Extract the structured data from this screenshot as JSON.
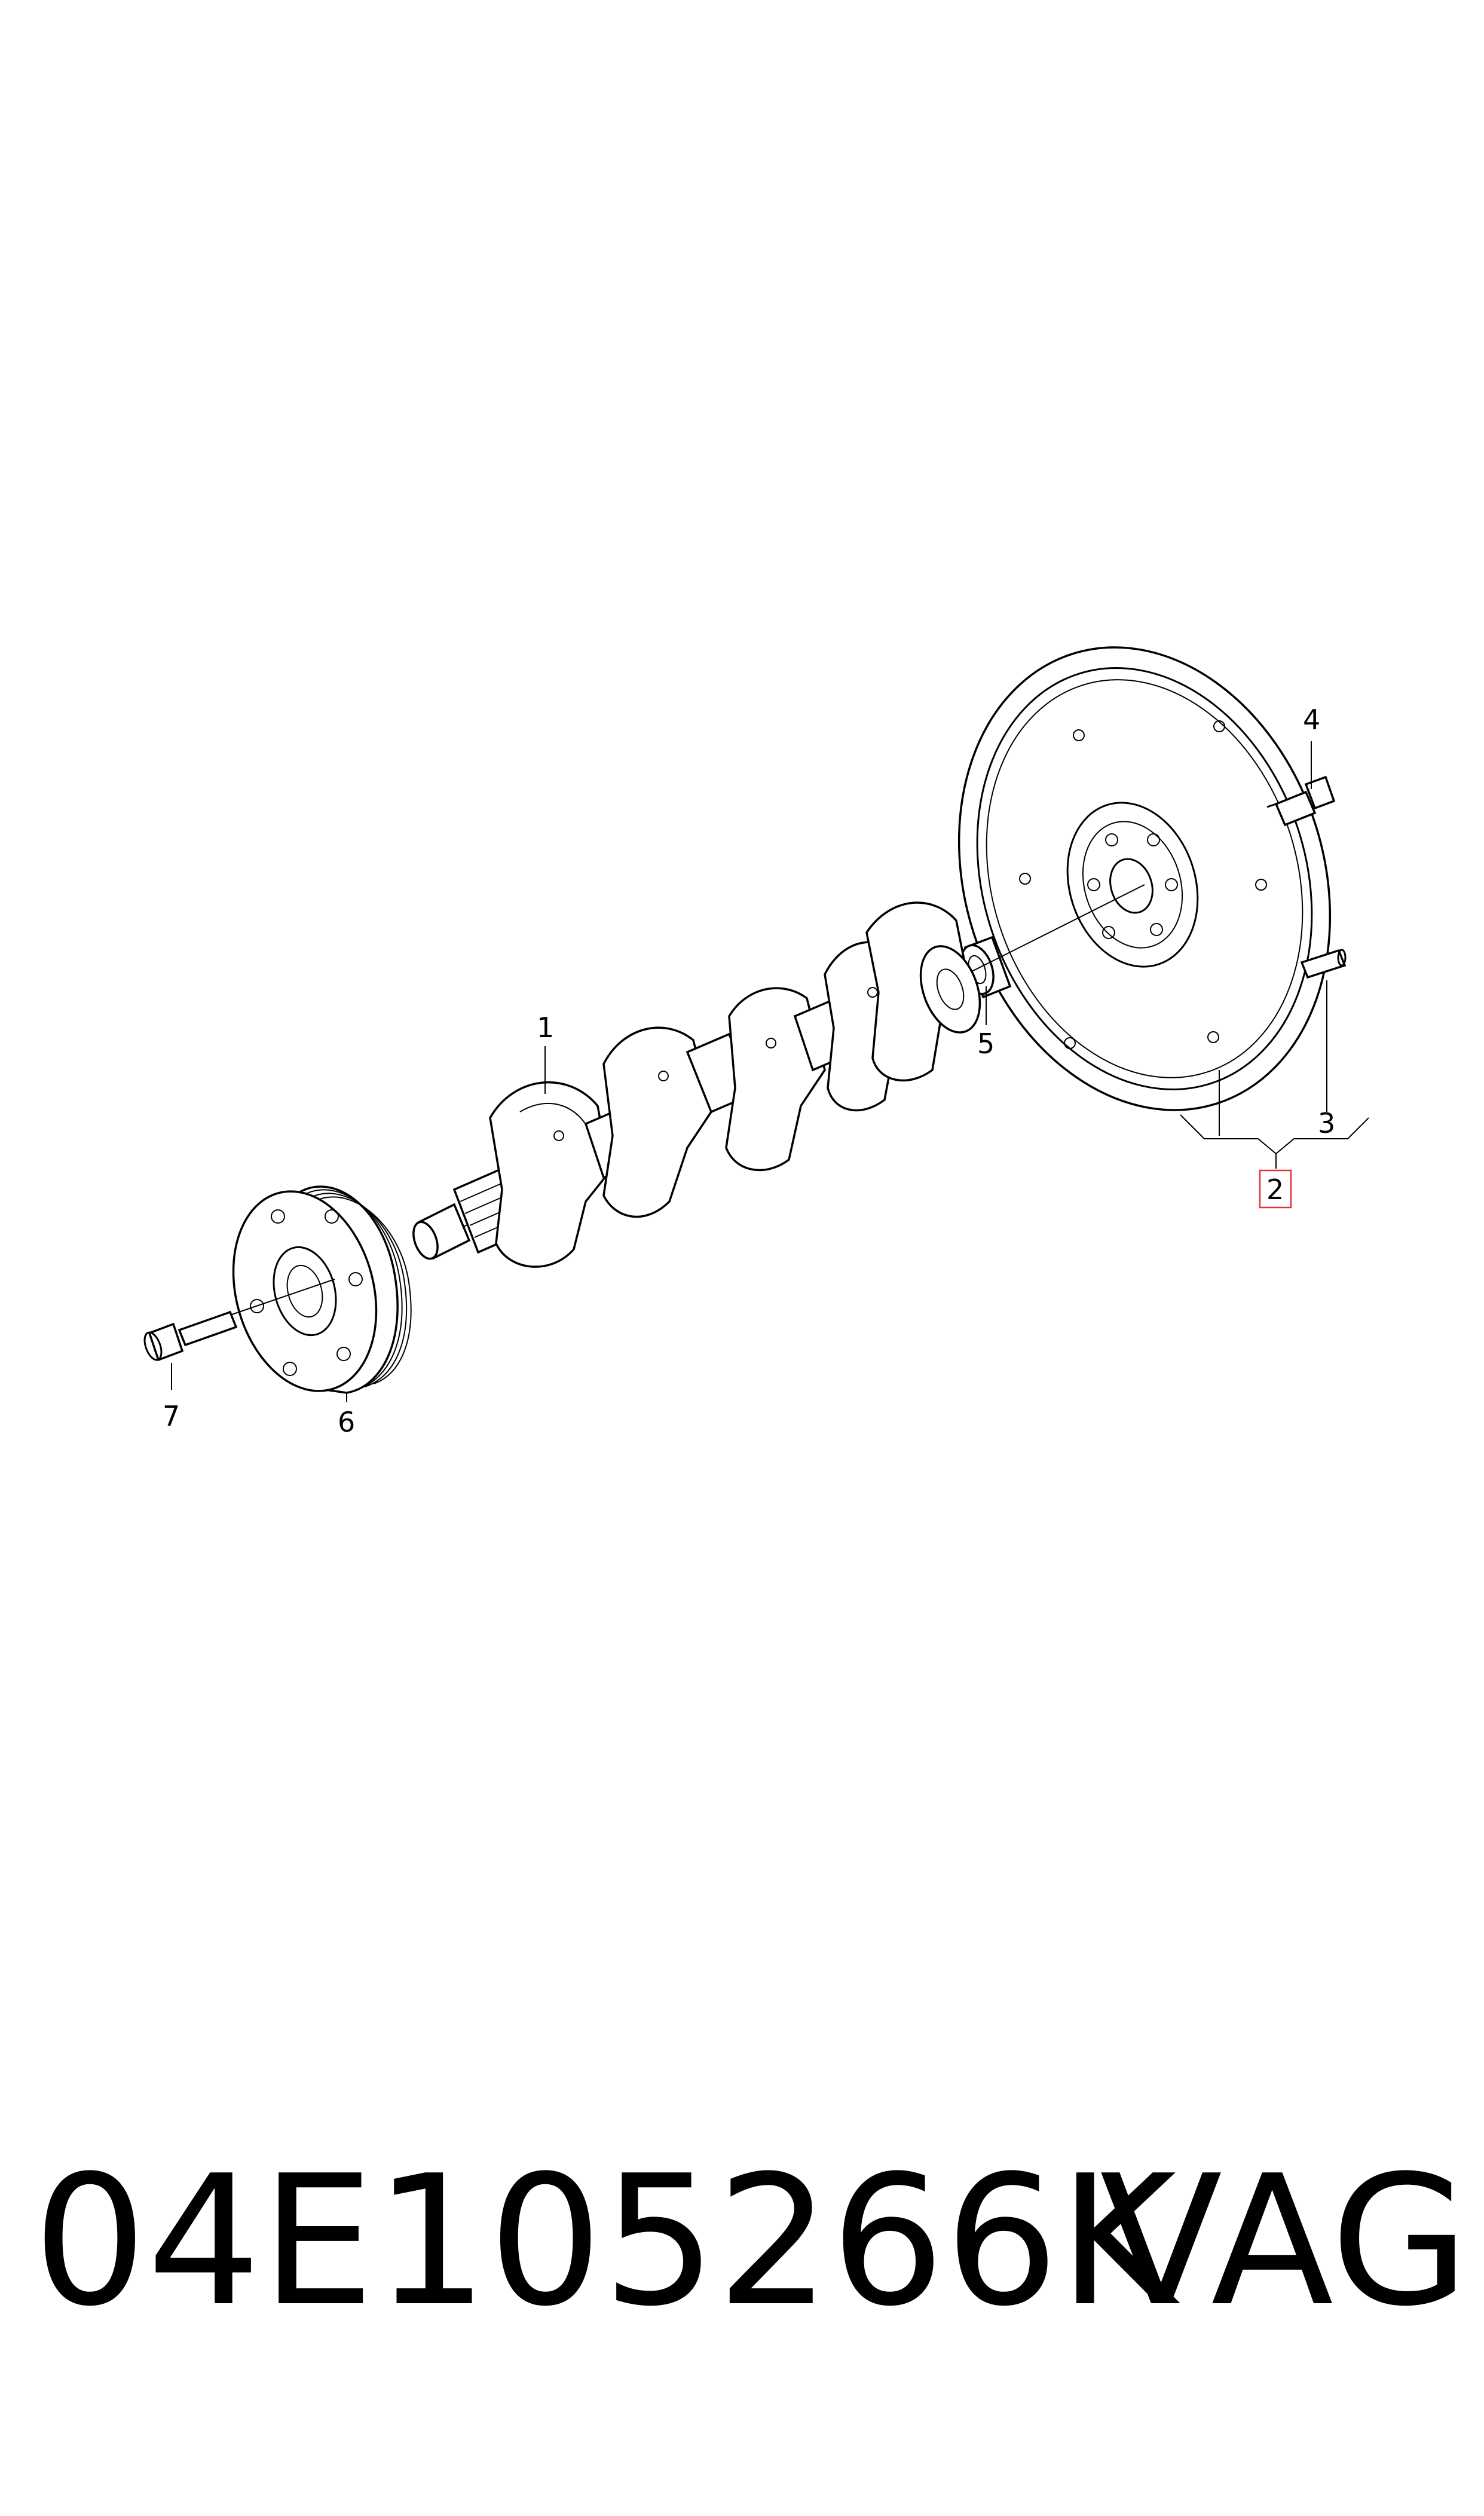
{
  "diagram": {
    "callouts": {
      "crankshaft": "1",
      "flywheel_assembly": "2",
      "dowel_pin": "3",
      "flywheel_bolt": "4",
      "needle_bearing": "5",
      "pulley": "6",
      "pulley_bolt": "7"
    },
    "highlighted_callout": "2",
    "highlight_color": "#e0343c"
  },
  "footer": {
    "part_number": "04E105266K",
    "brand": "VAG"
  }
}
